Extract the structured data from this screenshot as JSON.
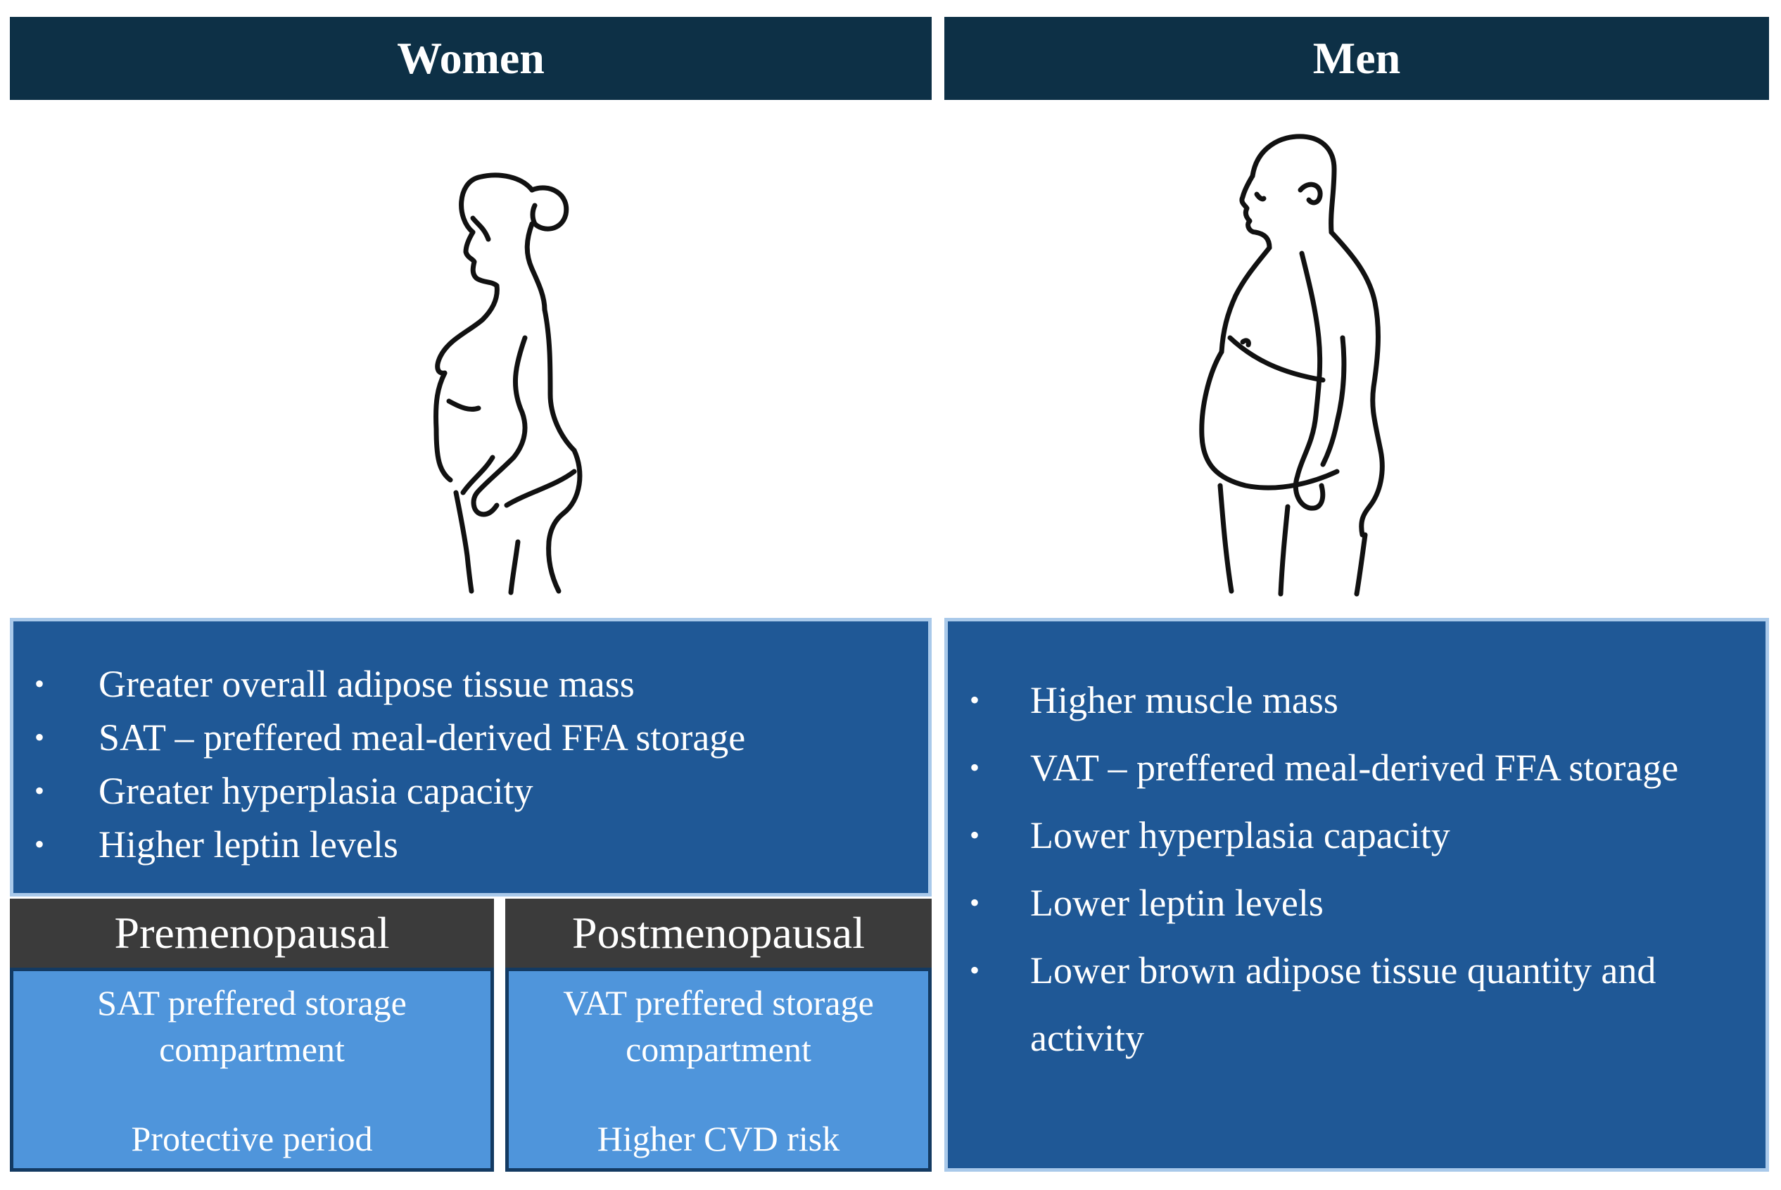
{
  "headers": {
    "women": "Women",
    "men": "Men"
  },
  "women": {
    "figure_icon": "woman-silhouette-icon",
    "traits": [
      "Greater overall adipose tissue mass",
      "SAT – preffered meal-derived FFA storage",
      "Greater hyperplasia capacity",
      "Higher leptin levels"
    ],
    "premenopausal": {
      "title": "Premenopausal",
      "storage": "SAT preffered storage compartment",
      "note": "Protective period"
    },
    "postmenopausal": {
      "title": "Postmenopausal",
      "storage": "VAT preffered storage compartment",
      "note": "Higher CVD risk"
    }
  },
  "men": {
    "figure_icon": "man-silhouette-icon",
    "traits": [
      "Higher muscle mass",
      "VAT – preffered meal-derived FFA storage",
      "Lower hyperplasia capacity",
      "Lower leptin levels",
      "Lower brown adipose tissue quantity and activity"
    ]
  },
  "bullet": "•",
  "colors": {
    "header_bg": "#0d3046",
    "trait_box_bg": "#1f5896",
    "trait_box_border": "#a9c9ea",
    "phase_header_bg": "#3b3b3b",
    "phase_box_bg": "#4f95db",
    "phase_box_border": "#133a62"
  }
}
